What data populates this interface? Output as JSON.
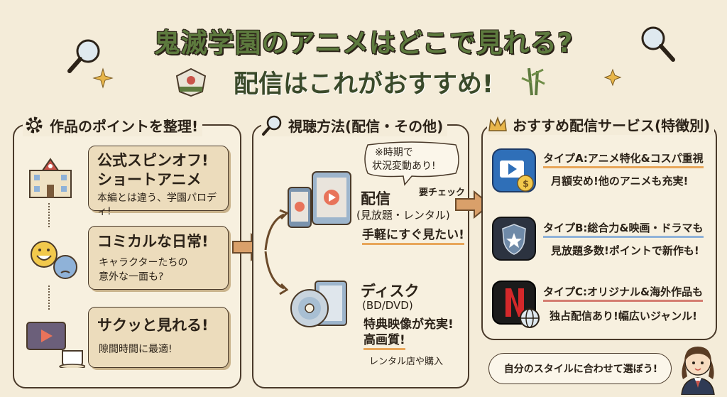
{
  "title": {
    "line1": "鬼滅学園のアニメはどこで見れる?",
    "line2": "配信はこれがおすすめ!"
  },
  "panel1": {
    "heading": "作品のポイントを整理!",
    "cards": [
      {
        "title": "公式スピンオフ!",
        "title2": "ショートアニメ",
        "desc": "本編とは違う、学園パロディ!"
      },
      {
        "title": "コミカルな日常!",
        "desc": "キャラクターたちの",
        "desc2": "意外な一面も?"
      },
      {
        "title": "サクッと見れる!",
        "desc": "隙間時間に最適!"
      }
    ]
  },
  "panel2": {
    "heading": "視聴方法(配信・その他)",
    "note_line1": "※時期で",
    "note_line2": "状況変動あり!",
    "note_check": "要チェック",
    "streaming": {
      "title": "配信",
      "sub": "(見放題・レンタル)",
      "desc": "手軽にすぐ見たい!"
    },
    "disc": {
      "title": "ディスク",
      "sub": "(BD/DVD)",
      "desc": "特典映像が充実!",
      "desc2": "高画質!",
      "note": "レンタル店や購入"
    }
  },
  "panel3": {
    "heading": "おすすめ配信サービス(特徴別)",
    "services": [
      {
        "type": "タイプA:アニメ特化&コスパ重視",
        "desc": "月額安め!他のアニメも充実!",
        "color": "#e8a65a",
        "icon": "play-coin-icon"
      },
      {
        "type": "タイプB:総合力&映画・ドラマも",
        "desc": "見放題多数!ポイントで新作も!",
        "color": "#8fb2d8",
        "icon": "shield-star-icon"
      },
      {
        "type": "タイプC:オリジナル&海外作品も",
        "desc": "独占配信あり!幅広いジャンル!",
        "color": "#d47c70",
        "icon": "n-globe-icon"
      }
    ]
  },
  "footer": {
    "bubble": "自分のスタイルに合わせて選ぼう!"
  }
}
